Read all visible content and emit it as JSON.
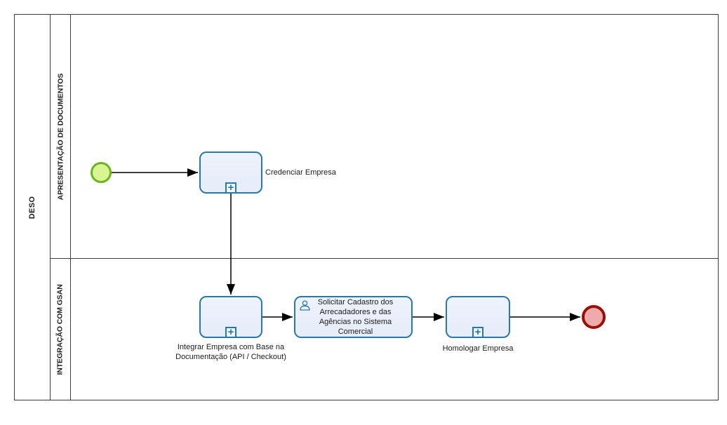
{
  "diagram": {
    "type": "bpmn-process",
    "pool": {
      "name": "DESO"
    },
    "lanes": [
      {
        "name": "APRESENTAÇÃO DE DOCUMENTOS"
      },
      {
        "name": "INTEGRAÇÃO COM GSAN"
      }
    ],
    "events": {
      "start": {
        "type": "start-event",
        "lane": "APRESENTAÇÃO DE DOCUMENTOS"
      },
      "end": {
        "type": "end-event",
        "lane": "INTEGRAÇÃO COM GSAN"
      }
    },
    "tasks": {
      "credenciar": {
        "label": "Credenciar Empresa",
        "type": "collapsed-subprocess",
        "lane": "APRESENTAÇÃO DE DOCUMENTOS"
      },
      "integrar": {
        "label": "Integrar Empresa com Base na Documentação (API / Checkout)",
        "type": "collapsed-subprocess",
        "lane": "INTEGRAÇÃO COM GSAN"
      },
      "solicitar": {
        "label": "Solicitar Cadastro dos Arrecadadores e das Agências no Sistema Comercial",
        "type": "user-task",
        "lane": "INTEGRAÇÃO COM GSAN"
      },
      "homologar": {
        "label": "Homologar Empresa",
        "type": "collapsed-subprocess",
        "lane": "INTEGRAÇÃO COM GSAN"
      }
    },
    "markers": {
      "subprocess_plus": "+"
    },
    "flows": [
      {
        "from": "start",
        "to": "credenciar"
      },
      {
        "from": "credenciar",
        "to": "integrar"
      },
      {
        "from": "integrar",
        "to": "solicitar"
      },
      {
        "from": "solicitar",
        "to": "homologar"
      },
      {
        "from": "homologar",
        "to": "end"
      }
    ],
    "colors": {
      "task_border": "#2779aa",
      "task_fill": "#e8edfa",
      "start_fill": "#d9f493",
      "start_border": "#6db41c",
      "end_fill": "#efabab",
      "end_border": "#9b0d05",
      "line": "#000000",
      "pool_border": "#3c3c3c"
    }
  }
}
